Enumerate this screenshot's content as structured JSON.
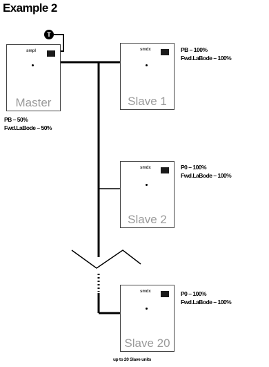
{
  "title": "Example 2",
  "master": {
    "brand": "smpl",
    "label": "Master",
    "params": [
      "PB – 50%",
      "Fwd.LaBode – 50%"
    ]
  },
  "sensor_label": "T",
  "slaves": [
    {
      "brand": "smdx",
      "label": "Slave 1",
      "params": [
        "PB – 100%",
        "Fwd.LaBode – 100%"
      ]
    },
    {
      "brand": "smdx",
      "label": "Slave 2",
      "params": [
        "P0 – 100%",
        "Fwd.LaBode – 100%"
      ]
    },
    {
      "brand": "smdx",
      "label": "Slave 20",
      "params": [
        "P0 – 100%",
        "Fwd.LaBode – 100%"
      ]
    }
  ],
  "footnote": "up to 20 Slave units"
}
